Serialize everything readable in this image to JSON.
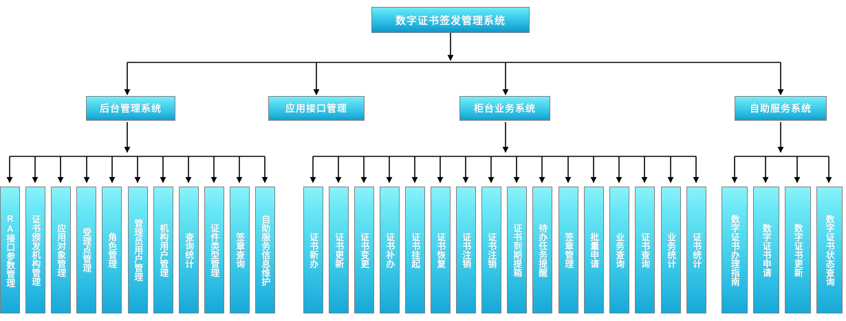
{
  "diagram": {
    "type": "organization-hierarchy",
    "title": "数字证书签发管理系统",
    "root": {
      "label": "数字证书签发管理系统"
    },
    "colors": {
      "box_top": "#8af3fa",
      "box_bottom": "#18a8d8",
      "box_border": "#7f7f7f",
      "text": "#ffffff",
      "connector": "#000000",
      "background": "#ffffff"
    },
    "branches": [
      {
        "label": "后台管理系统",
        "children": [
          "RA接口参数管理",
          "证书颁发机构管理",
          "应用对象管理",
          "受理点管理",
          "角色管理",
          "管理员用户管理",
          "机构用户管理",
          "查询统计",
          "证件类型管理",
          "签章查询",
          "自助服务信息维护"
        ]
      },
      {
        "label": "应用接口管理",
        "children": []
      },
      {
        "label": "柜台业务系统",
        "children": [
          "证书新办",
          "证书更新",
          "证书变更",
          "证书补办",
          "证书挂起",
          "证书恢复",
          "证书注销",
          "证书注销",
          "证书到期提箱",
          "待办任务提醒",
          "签章管理",
          "批量申请",
          "业务查询",
          "证书查询",
          "业务统计",
          "证书统计"
        ]
      },
      {
        "label": "自助服务系统",
        "children": [
          "数字证书办理指南",
          "数字证书申请",
          "数字证书更新",
          "数字证书状态查询"
        ]
      }
    ]
  }
}
